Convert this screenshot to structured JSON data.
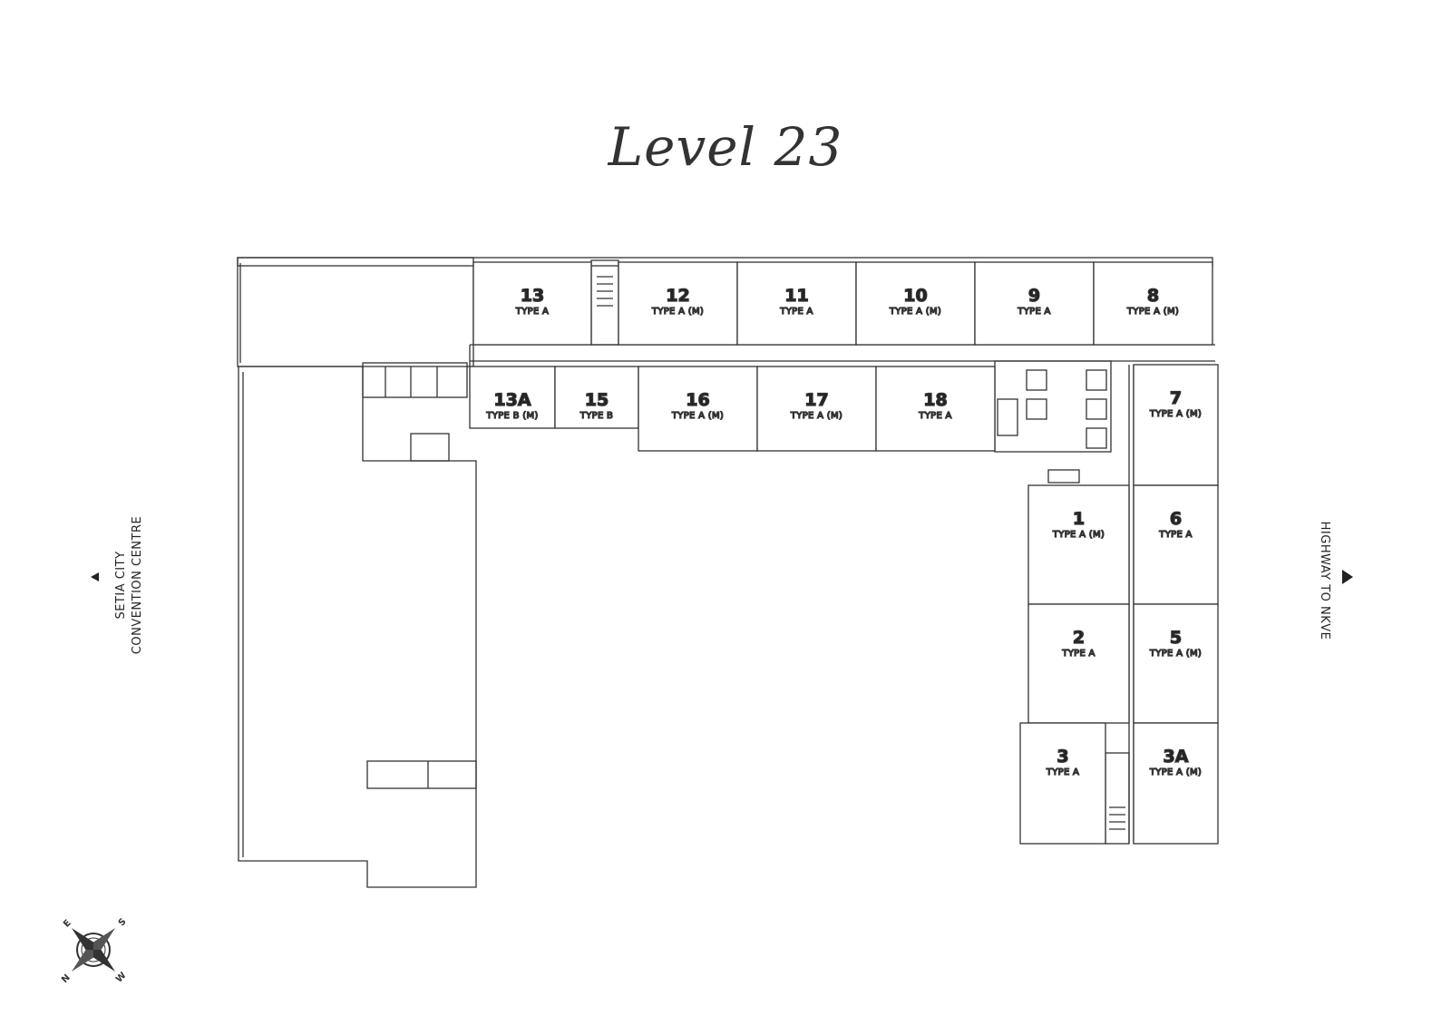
{
  "title": "Level 23",
  "left_direction": {
    "line1": "SETIA CITY",
    "line2": "CONVENTION CENTRE"
  },
  "right_direction": {
    "text": "HIGHWAY TO NKVE"
  },
  "compass": {
    "n": "N",
    "s": "S",
    "e": "E",
    "w": "W"
  },
  "units": [
    {
      "id": "13",
      "type": "TYPE A"
    },
    {
      "id": "12",
      "type": "TYPE A (M)"
    },
    {
      "id": "11",
      "type": "TYPE A"
    },
    {
      "id": "10",
      "type": "TYPE A (M)"
    },
    {
      "id": "9",
      "type": "TYPE A"
    },
    {
      "id": "8",
      "type": "TYPE A (M)"
    },
    {
      "id": "13A",
      "type": "TYPE B (M)"
    },
    {
      "id": "15",
      "type": "TYPE B"
    },
    {
      "id": "16",
      "type": "TYPE A (M)"
    },
    {
      "id": "17",
      "type": "TYPE A (M)"
    },
    {
      "id": "18",
      "type": "TYPE A"
    },
    {
      "id": "7",
      "type": "TYPE A (M)"
    },
    {
      "id": "1",
      "type": "TYPE A (M)"
    },
    {
      "id": "6",
      "type": "TYPE A"
    },
    {
      "id": "2",
      "type": "TYPE A"
    },
    {
      "id": "5",
      "type": "TYPE A (M)"
    },
    {
      "id": "3",
      "type": "TYPE A"
    },
    {
      "id": "3A",
      "type": "TYPE A (M)"
    }
  ]
}
